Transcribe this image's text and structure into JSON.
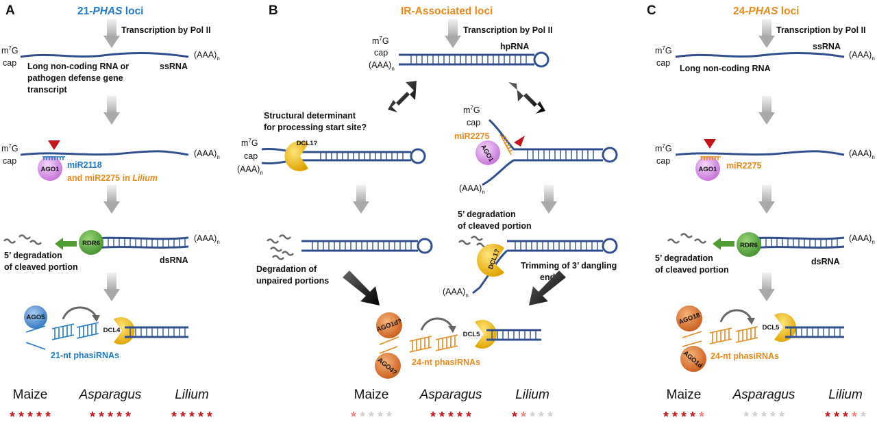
{
  "colors": {
    "blue": "#1f78c4",
    "orange": "#e8891c",
    "navy": "#2f4f8f",
    "star_strong": "#c0161b",
    "star_weak": "#f08080",
    "star_none": "#cfcfcf",
    "green": "#4f9d32",
    "pink": "#d98ee8",
    "gold": "#f0b400"
  },
  "panel_a": {
    "letter": "A",
    "title_pre": "21-",
    "title_it": "PHAS",
    "title_post": " loci",
    "transcription": "Transcription by Pol II",
    "cap": "cap",
    "m7g": "m7G",
    "polya": "(AAA)n",
    "ssrna": "ssRNA",
    "desc1": "Long non-coding RNA or",
    "desc2": "pathogen defense gene",
    "desc3": "transcript",
    "ago1": "AGO1",
    "mirna": "miR2118",
    "mirna2_pre": "and miR2275 in ",
    "mirna2_it": "Lilium",
    "rdr6": "RDR6",
    "dsrna": "dsRNA",
    "deg1": "5’ degradation",
    "deg2": "of cleaved portion",
    "ago": "AGO5",
    "dcl": "DCL4",
    "phasi": "21-nt phasiRNAs"
  },
  "panel_b": {
    "letter": "B",
    "title": "IR-Associated loci",
    "transcription": "Transcription by Pol II",
    "hprna": "hpRNA",
    "struct1": "Structural determinant",
    "struct2": "for processing start site?",
    "dcl1q": "DCL1?",
    "mirna": "miR2275",
    "ago1": "AGO1",
    "deg1": "5’ degradation",
    "deg2": "of cleaved portion",
    "unp1": "Degradation of",
    "unp2": "unpaired portions",
    "trim1": "Trimming of 3’ dangling",
    "trim2": "end",
    "ago1d": "AGO1d?",
    "ago4": "AGO4?",
    "dcl": "DCL5",
    "phasi": "24-nt phasiRNAs"
  },
  "panel_c": {
    "letter": "C",
    "title_pre": "24-",
    "title_it": "PHAS",
    "title_post": " loci",
    "transcription": "Transcription by Pol II",
    "ssrna": "ssRNA",
    "desc1": "Long non-coding RNA",
    "ago1": "AGO1",
    "mirna": "miR2275",
    "rdr6": "RDR6",
    "dsrna": "dsRNA",
    "deg1": "5’ degradation",
    "deg2": "of cleaved portion",
    "ago18": "AGO18",
    "ago1d": "AGO1d",
    "dcl": "DCL5",
    "phasi": "24-nt phasiRNAs"
  },
  "species": [
    "Maize",
    "Asparagus",
    "Lilium"
  ],
  "ratings": {
    "a": [
      [
        "s",
        "s",
        "s",
        "s",
        "s"
      ],
      [
        "s",
        "s",
        "s",
        "s",
        "s"
      ],
      [
        "s",
        "s",
        "s",
        "s",
        "s"
      ]
    ],
    "b": [
      [
        "w",
        "n",
        "n",
        "n",
        "n"
      ],
      [
        "s",
        "s",
        "s",
        "s",
        "s"
      ],
      [
        "s",
        "w",
        "n",
        "n",
        "n"
      ]
    ],
    "c": [
      [
        "s",
        "s",
        "s",
        "s",
        "w"
      ],
      [
        "n",
        "n",
        "n",
        "n",
        "n"
      ],
      [
        "s",
        "s",
        "s",
        "w",
        "n"
      ]
    ]
  },
  "star_char": "*"
}
